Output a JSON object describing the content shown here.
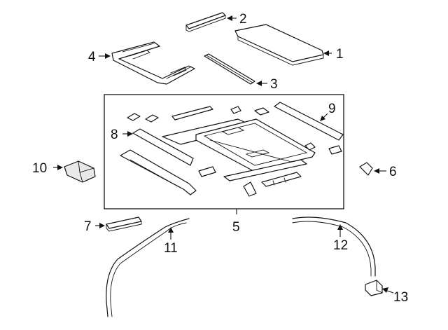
{
  "callouts": {
    "c1": "1",
    "c2": "2",
    "c3": "3",
    "c4": "4",
    "c5": "5",
    "c6": "6",
    "c7": "7",
    "c8": "8",
    "c9": "9",
    "c10": "10",
    "c11": "11",
    "c12": "12",
    "c13": "13"
  },
  "colors": {
    "line": "#111111",
    "background": "#ffffff"
  }
}
